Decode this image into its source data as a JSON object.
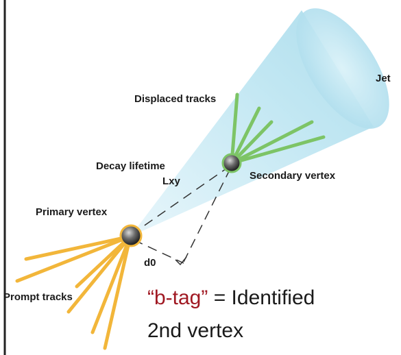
{
  "labels": {
    "jet": "Jet",
    "displaced_tracks": "Displaced tracks",
    "decay_lifetime": "Decay lifetime",
    "lxy": "Lxy",
    "secondary_vertex": "Secondary vertex",
    "primary_vertex": "Primary vertex",
    "d0": "d0",
    "prompt_tracks": "Prompt tracks"
  },
  "caption": {
    "quote": "“b-tag”",
    "rest": " = Identified",
    "line2": "2nd vertex"
  },
  "colors": {
    "accent": "#a01822",
    "cone": "#bfe6f2",
    "displaced_track": "#7dc466",
    "prompt_track": "#f2b63a",
    "vertex": "#444444"
  }
}
